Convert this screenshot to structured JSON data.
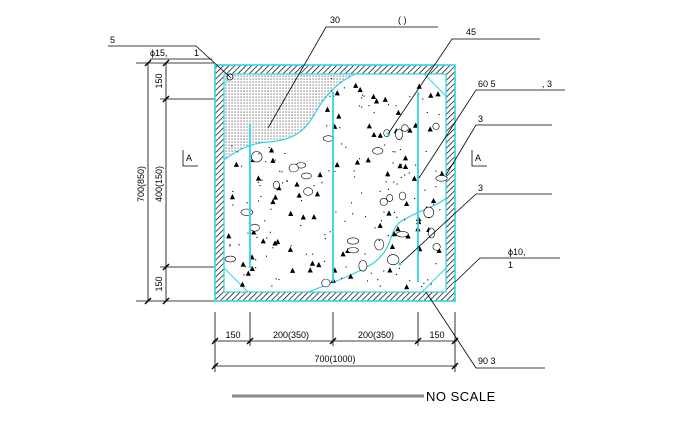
{
  "colors": {
    "outline": "#2fd3e6",
    "line": "#000000",
    "scale_bar": "#8a8a8a",
    "background": "#ffffff"
  },
  "callouts": {
    "c5": "5",
    "phi15": "ϕ15,",
    "one_top": "1",
    "thirty": "30",
    "paren": "(      )",
    "fortyfive": "45",
    "sixty": "60  5",
    "comma3": ",  3",
    "three_a": "3",
    "three_b": "3",
    "phi10": "ϕ10,",
    "one_right": "1",
    "ninety": "90  3"
  },
  "section_marks": {
    "left": "A",
    "right": "A"
  },
  "dimensions": {
    "left_top": "150",
    "left_mid": "400(150)",
    "left_bottom": "150",
    "left_total": "700(850)",
    "bottom_1": "150",
    "bottom_2": "200(350)",
    "bottom_3": "200(350)",
    "bottom_4": "150",
    "bottom_total": "700(1000)"
  },
  "scale_note": "NO SCALE"
}
